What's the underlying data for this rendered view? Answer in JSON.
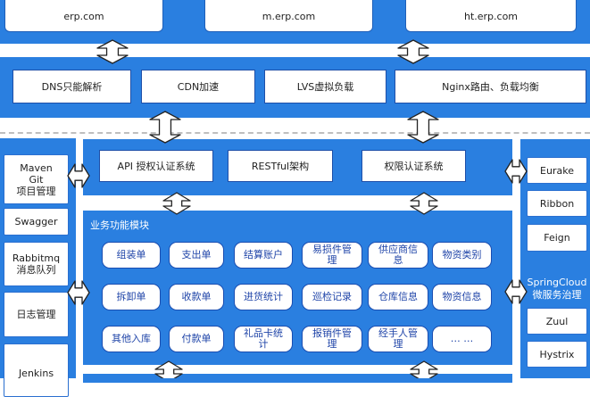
{
  "domains": [
    "erp.com",
    "m.erp.com",
    "ht.erp.com"
  ],
  "access_layer": [
    "DNS只能解析",
    "CDN加速",
    "LVS虚拟负载",
    "Nginx路由、负载均衡"
  ],
  "left_tools": [
    "Maven\nGit\n项目管理",
    "Swagger",
    "Rabbitmq\n消息队列",
    "日志管理",
    "Jenkins"
  ],
  "auth_systems": [
    "API 授权认证系统",
    "RESTful架构",
    "权限认证系统"
  ],
  "business": {
    "title": "业务功能模块",
    "rows": [
      [
        "组装单",
        "支出单",
        "结算账户",
        "易损件管理",
        "供应商信息",
        "物资类别"
      ],
      [
        "拆卸单",
        "收款单",
        "进货统计",
        "巡检记录",
        "仓库信息",
        "物资信息"
      ],
      [
        "其他入库",
        "付款单",
        "礼品卡统计",
        "报销件管理",
        "经手人管理",
        "… …"
      ]
    ]
  },
  "right_services": {
    "top": [
      "Eurake",
      "Ribbon",
      "Feign"
    ],
    "title": "SpringCloud\n微服务治理",
    "bottom": [
      "Zuul",
      "Hystrix"
    ]
  },
  "colors": {
    "panel": "#2a7fe0",
    "pill_text": "#1f44a8",
    "dash": "#bfbfbf"
  }
}
